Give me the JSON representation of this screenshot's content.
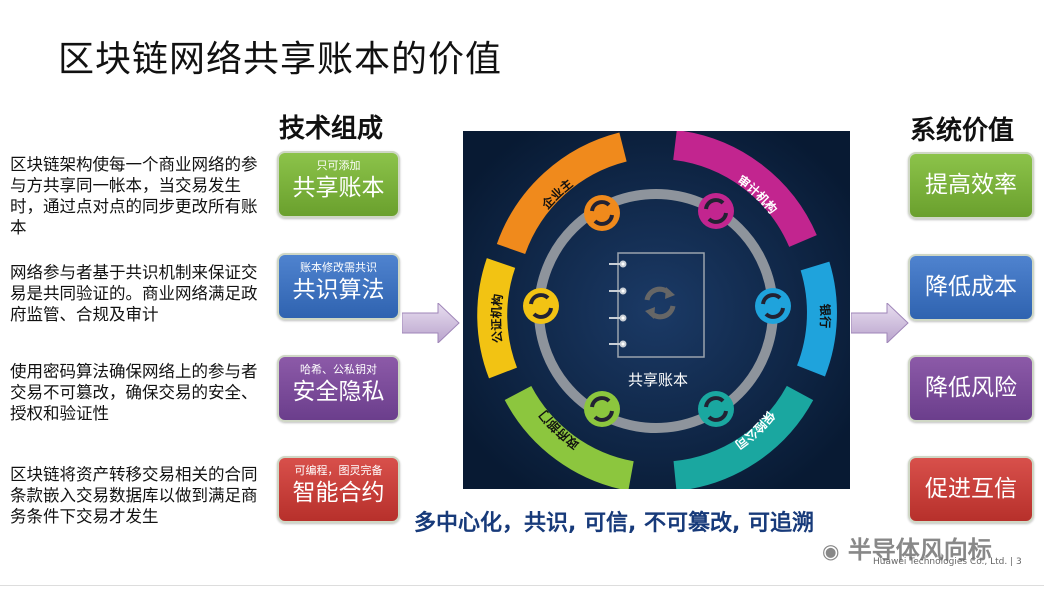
{
  "slide": {
    "title": "区块链网络共享账本的价值",
    "tech_heading": "技术组成",
    "value_heading": "系统价值",
    "descriptions": [
      "区块链架构使每一个商业网络的参与方共享同一帐本，当交易发生时，通过点对点的同步更改所有账本",
      "网络参与者基于共识机制来保证交易是共同验证的。商业网络满足政府监管、合规及审计",
      "使用密码算法确保网络上的参与者交易不可篡改，确保交易的安全、授权和验证性",
      "区块链将资产转移交易相关的合同条款嵌入交易数据库以做到满足商务条件下交易才发生"
    ],
    "tech_boxes": [
      {
        "small": "只可添加",
        "big": "共享账本",
        "color": "#7ab33c"
      },
      {
        "small": "账本修改需共识",
        "big": "共识算法",
        "color": "#3f73c0"
      },
      {
        "small": "哈希、公私钥对",
        "big": "安全隐私",
        "color": "#7b4b9a"
      },
      {
        "small": "可编程，图灵完备",
        "big": "智能合约",
        "color": "#c8403b"
      }
    ],
    "value_boxes": [
      {
        "label": "提高效率",
        "color": "#7ab33c"
      },
      {
        "label": "降低成本",
        "color": "#3f73c0"
      },
      {
        "label": "降低风险",
        "color": "#7b4b9a"
      },
      {
        "label": "促进互信",
        "color": "#c8403b"
      }
    ],
    "diagram": {
      "center_label": "共享账本",
      "segments": [
        {
          "label": "企业主",
          "color": "#f08a1c"
        },
        {
          "label": "审计机构",
          "color": "#c2258f"
        },
        {
          "label": "银行",
          "color": "#1fa3dc"
        },
        {
          "label": "保险公司",
          "color": "#1aa7a0"
        },
        {
          "label": "政府部门",
          "color": "#8cc63e"
        },
        {
          "label": "公证机构",
          "color": "#f2c313"
        }
      ]
    },
    "tagline": "多中心化，共识, 可信, 不可篡改, 可追溯",
    "watermark": "半导体风向标",
    "footer": "Huawei Technologies Co., Ltd. | 3"
  }
}
